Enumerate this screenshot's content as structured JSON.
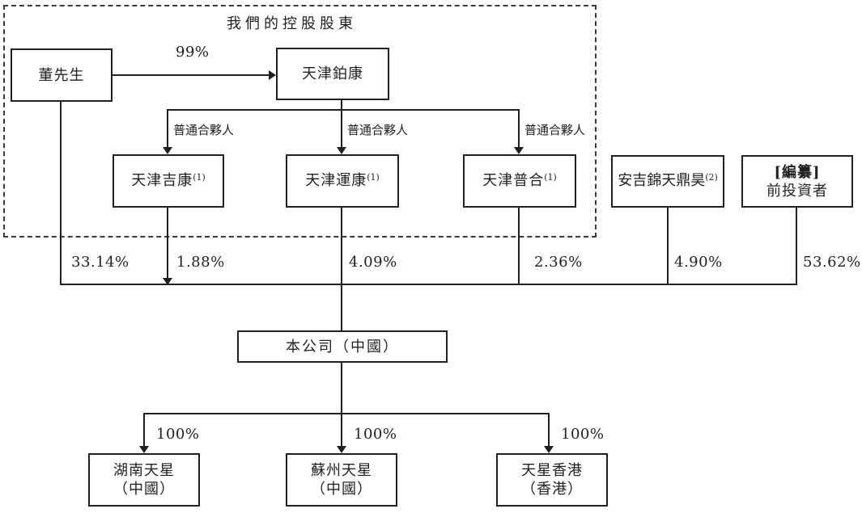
{
  "group": {
    "title": "我們的控股股東"
  },
  "nodes": {
    "mr_dong": {
      "label": "董先生"
    },
    "tianjin_bokang": {
      "label": "天津鉑康"
    },
    "tianjin_jikang": {
      "label": "天津吉康",
      "sup": "(1)"
    },
    "tianjin_yunkang": {
      "label": "天津運康",
      "sup": "(1)"
    },
    "tianjin_puhe": {
      "label": "天津普合",
      "sup": "(1)"
    },
    "anji_jintian_dinghao": {
      "label": "安吉錦天鼎昊",
      "sup": "(2)"
    },
    "pre_investors": {
      "line1": "[編纂]",
      "line2": "前投資者"
    },
    "company": {
      "label": "本公司（中國）"
    },
    "hunan_tianxing": {
      "line1": "湖南天星",
      "line2": "（中國）"
    },
    "suzhou_tianxing": {
      "line1": "蘇州天星",
      "line2": "（中國）"
    },
    "tianxing_hk": {
      "line1": "天星香港",
      "line2": "（香港）"
    }
  },
  "edges": {
    "dong_to_bokang_pct": "99%",
    "gp_label_1": "普通合夥人",
    "gp_label_2": "普通合夥人",
    "gp_label_3": "普通合夥人",
    "pct_mr_dong": "33.14%",
    "pct_tianjin_jikang": "1.88%",
    "pct_tianjin_yunkang": "4.09%",
    "pct_tianjin_puhe": "2.36%",
    "pct_anji_jintian_dinghao": "4.90%",
    "pct_pre_investors": "53.62%",
    "pct_hunan_tianxing": "100%",
    "pct_suzhou_tianxing": "100%",
    "pct_tianxing_hk": "100%"
  },
  "colors": {
    "line": "#231f20",
    "background": "#ffffff"
  }
}
